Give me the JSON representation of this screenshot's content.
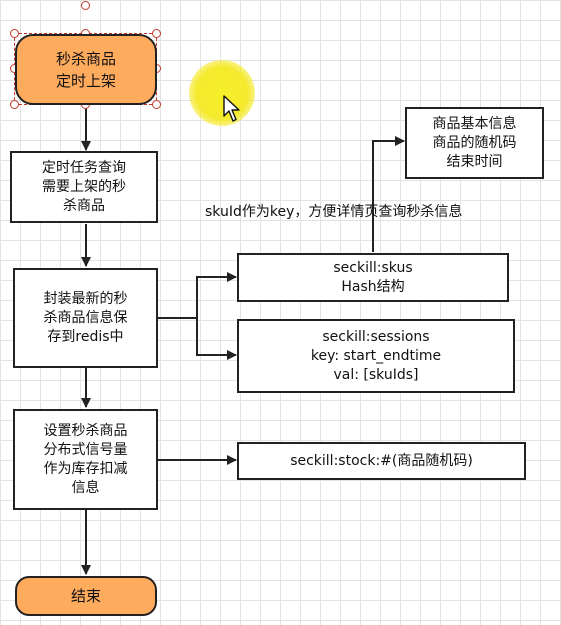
{
  "nodes": {
    "start": "秒杀商品\n定时上架",
    "query_task": "定时任务查询\n需要上架的秒\n杀商品",
    "encapsulate": "封装最新的秒\n杀商品信息保\n存到redis中",
    "set_semaphore": "设置秒杀商品\n分布式信号量\n作为库存扣减\n信息",
    "end": "结束",
    "skus": "seckill:skus\nHash结构",
    "sessions": "seckill:sessions\nkey: start_endtime\nval:  [skuIds]",
    "stock": "seckill:stock:#(商品随机码)",
    "product_info": "商品基本信息\n商品的随机码\n结束时间"
  },
  "edge_labels": {
    "skuid_note": "skuId作为key，方便详情页查询秒杀信息"
  },
  "colors": {
    "terminal_fill": "#ffab5e",
    "stroke": "#222222",
    "selection": "#c0392b",
    "cursor_highlight": "#f5ea2e"
  }
}
